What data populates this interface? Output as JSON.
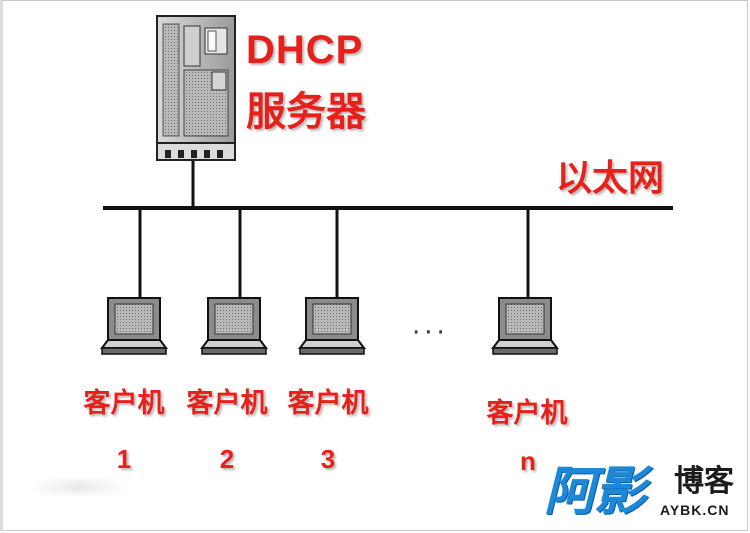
{
  "server": {
    "title": "DHCP",
    "subtitle": "服务器",
    "icon": "server-tower-icon"
  },
  "network": {
    "label": "以太网"
  },
  "clients": [
    {
      "label": "客户机",
      "number": "1",
      "icon": "laptop-icon"
    },
    {
      "label": "客户机",
      "number": "2",
      "icon": "laptop-icon"
    },
    {
      "label": "客户机",
      "number": "3",
      "icon": "laptop-icon"
    },
    {
      "label": "客户机",
      "number": "n",
      "icon": "laptop-icon"
    }
  ],
  "ellipsis": "···",
  "watermark": {
    "brand": "阿影",
    "text": "博客",
    "url": "AYBK.CN"
  },
  "colors": {
    "label_red": "#e8201a",
    "line": "#111111",
    "watermark_blue": "#1e88d8"
  }
}
